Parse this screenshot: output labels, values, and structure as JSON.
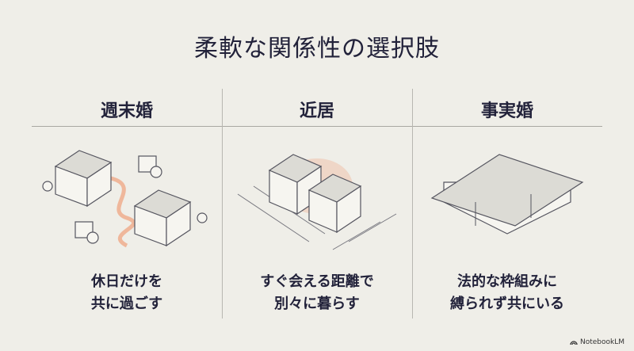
{
  "title": "柔軟な関係性の選択肢",
  "columns": [
    {
      "heading": "週末婚",
      "icon": "two-houses-with-calendars",
      "desc_line1": "休日だけを",
      "desc_line2": "共に過ごす"
    },
    {
      "heading": "近居",
      "icon": "neighboring-houses",
      "desc_line1": "すぐ会える距離で",
      "desc_line2": "別々に暮らす"
    },
    {
      "heading": "事実婚",
      "icon": "shared-house-cutaway",
      "desc_line1": "法的な枠組みに",
      "desc_line2": "縛られず共にいる"
    }
  ],
  "accent_color": "#f0a07a",
  "footer": {
    "brand": "NotebookLM"
  }
}
